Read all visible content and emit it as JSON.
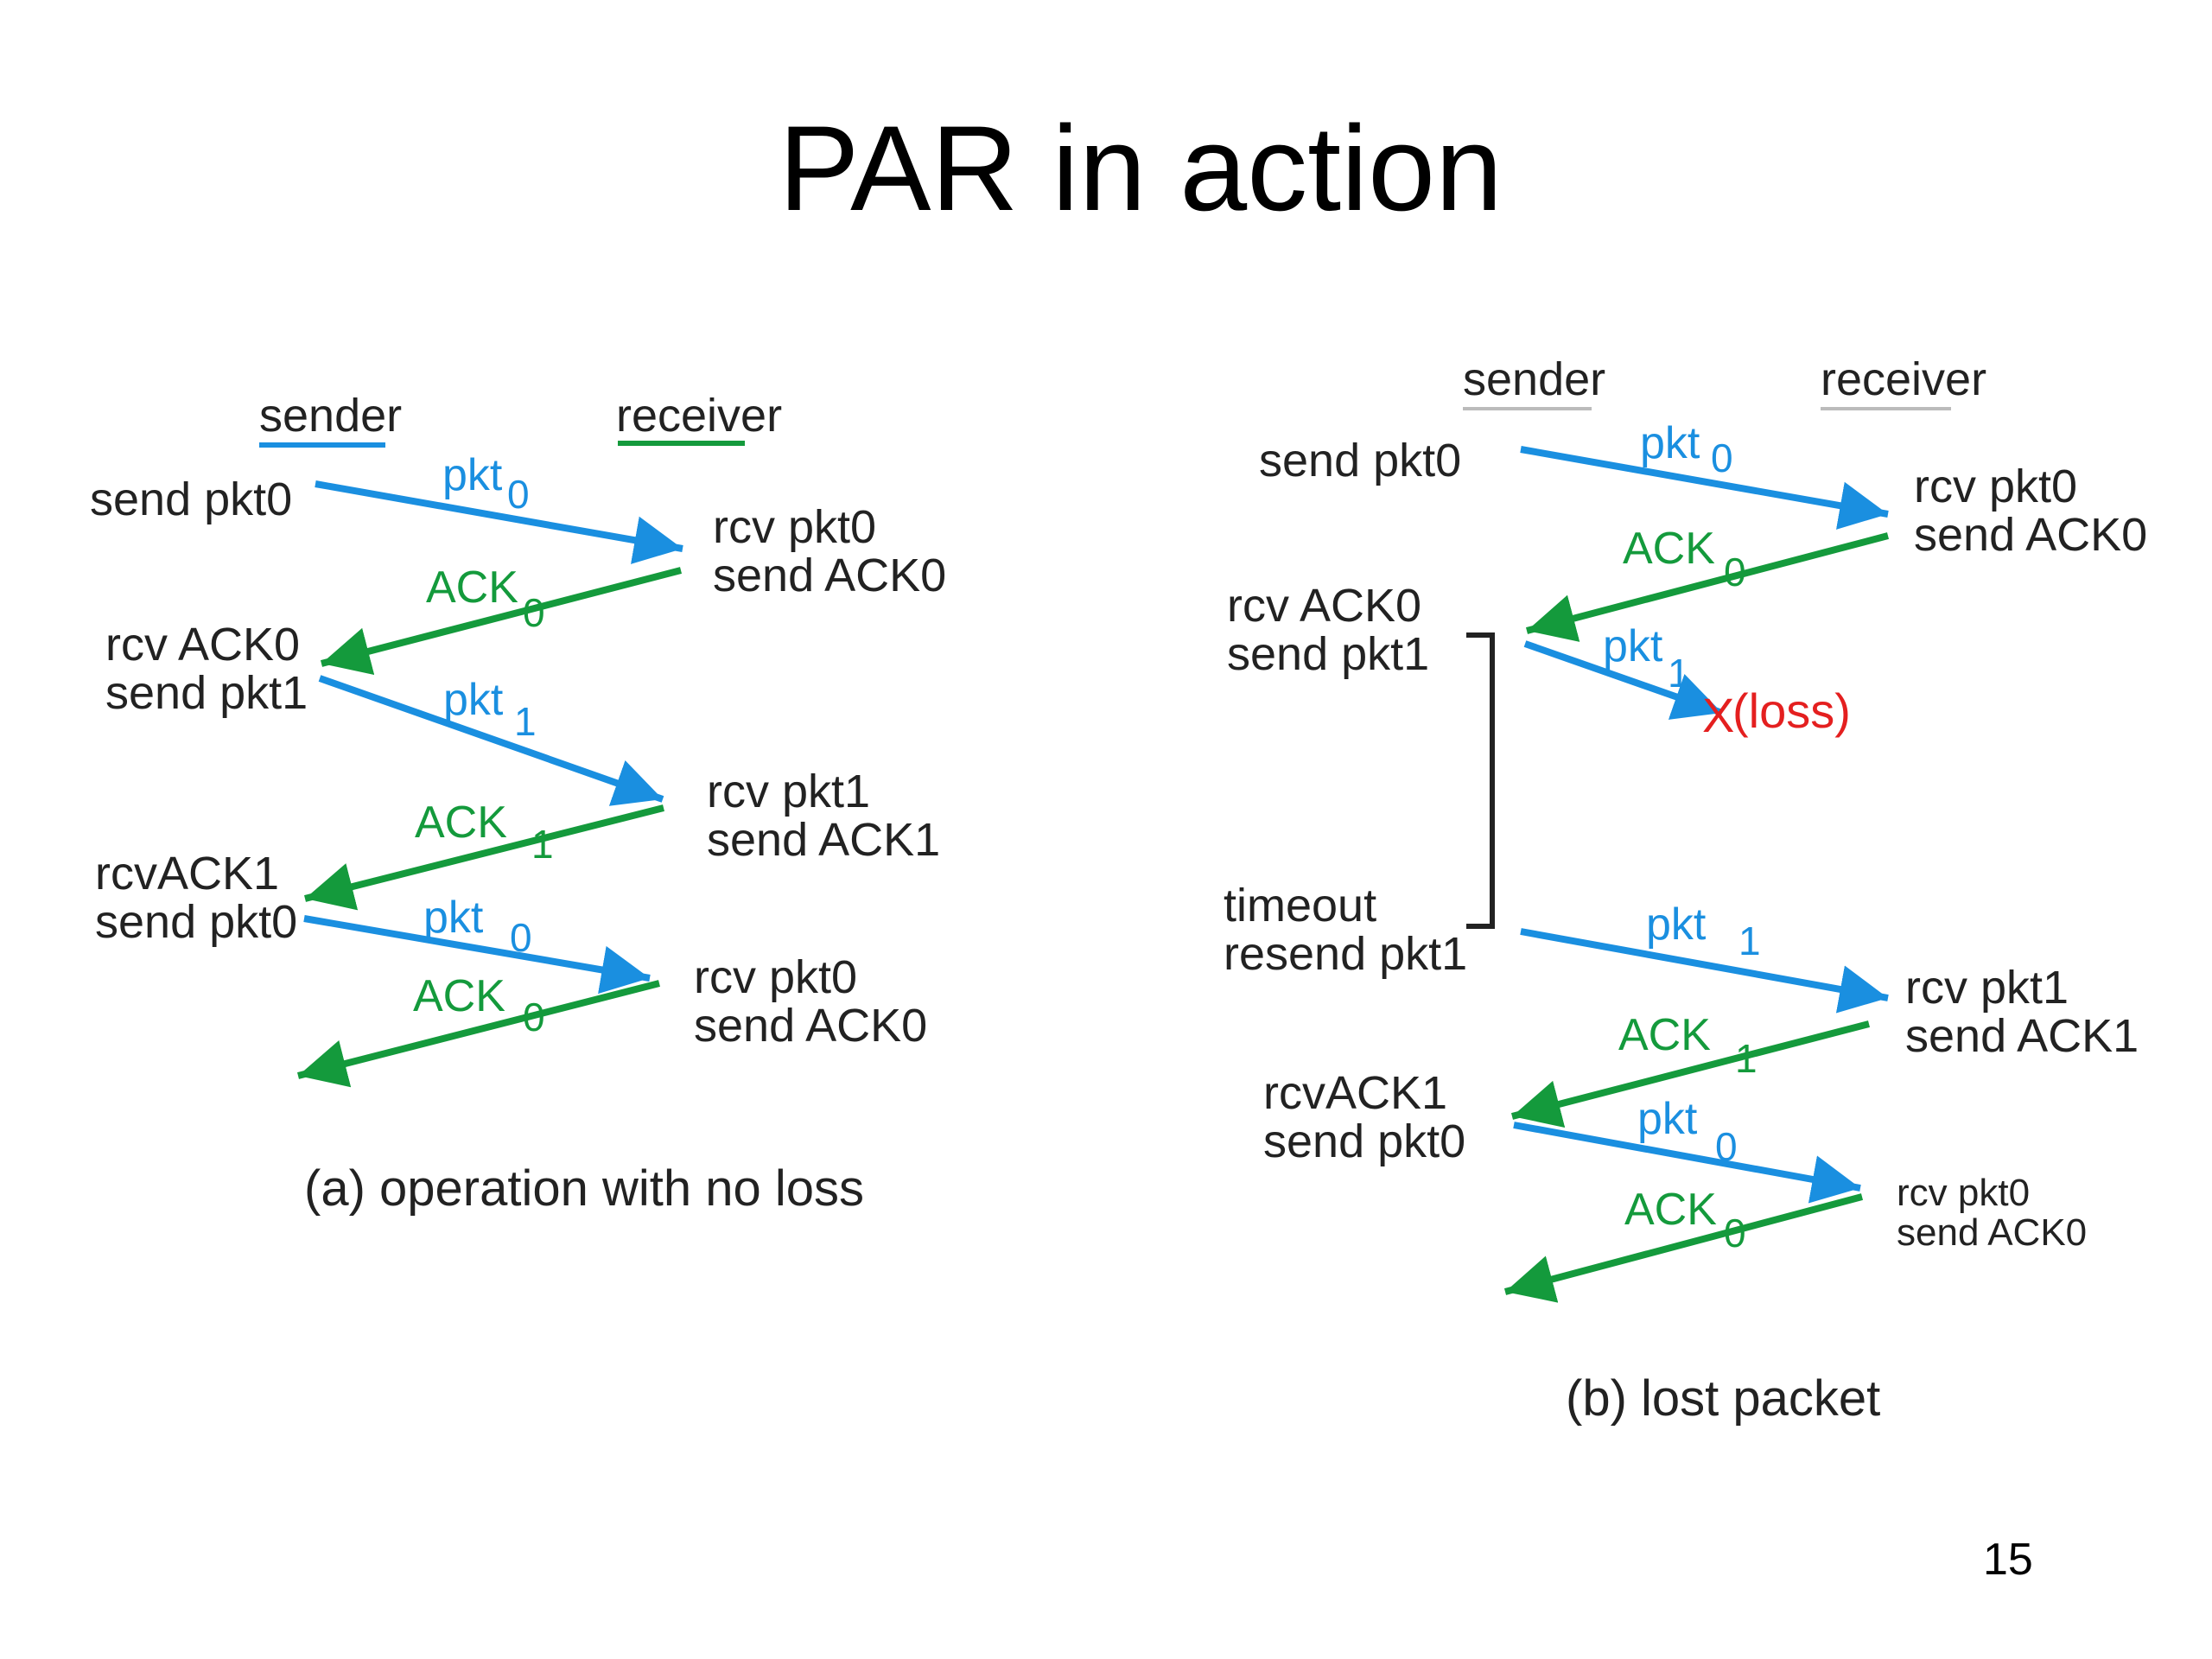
{
  "slide": {
    "title": "PAR in action",
    "page_number": "15"
  },
  "panel_a": {
    "sender_header": "sender",
    "receiver_header": "receiver",
    "caption": "(a) operation with no loss",
    "sender_events": [
      "send pkt0",
      "rcv ACK0\nsend pkt1",
      "rcvACK1\nsend pkt0"
    ],
    "receiver_events": [
      "rcv pkt0\nsend ACK0",
      "rcv pkt1\nsend ACK1",
      "rcv pkt0\nsend ACK0"
    ],
    "messages": [
      {
        "label": "pkt",
        "sub": "0"
      },
      {
        "label": "ACK",
        "sub": "0"
      },
      {
        "label": "pkt",
        "sub": "1"
      },
      {
        "label": "ACK",
        "sub": "1"
      },
      {
        "label": "pkt",
        "sub": "0"
      },
      {
        "label": "ACK",
        "sub": "0"
      }
    ]
  },
  "panel_b": {
    "sender_header": "sender",
    "receiver_header": "receiver",
    "caption": "(b) lost packet",
    "sender_events": [
      "send pkt0",
      "rcv ACK0\nsend pkt1",
      "timeout\nresend pkt1",
      "rcvACK1\nsend pkt0"
    ],
    "receiver_events": [
      "rcv pkt0\nsend ACK0",
      "rcv pkt1\nsend ACK1",
      "rcv pkt0\nsend ACK0"
    ],
    "loss_mark": "X",
    "loss_label": "(loss)",
    "messages": [
      {
        "label": "pkt",
        "sub": "0"
      },
      {
        "label": "ACK",
        "sub": "0"
      },
      {
        "label": "pkt",
        "sub": "1"
      },
      {
        "label": "pkt",
        "sub": "1"
      },
      {
        "label": "ACK",
        "sub": "1"
      },
      {
        "label": "pkt",
        "sub": "0"
      },
      {
        "label": "ACK",
        "sub": "0"
      }
    ]
  },
  "colors": {
    "packet": "#1a8fe0",
    "ack": "#149a3c",
    "loss": "#e41f1f",
    "sender_underline_a": "#1a8fe0",
    "receiver_underline_a": "#149a3c",
    "underline_b": "#bbbbbb"
  }
}
